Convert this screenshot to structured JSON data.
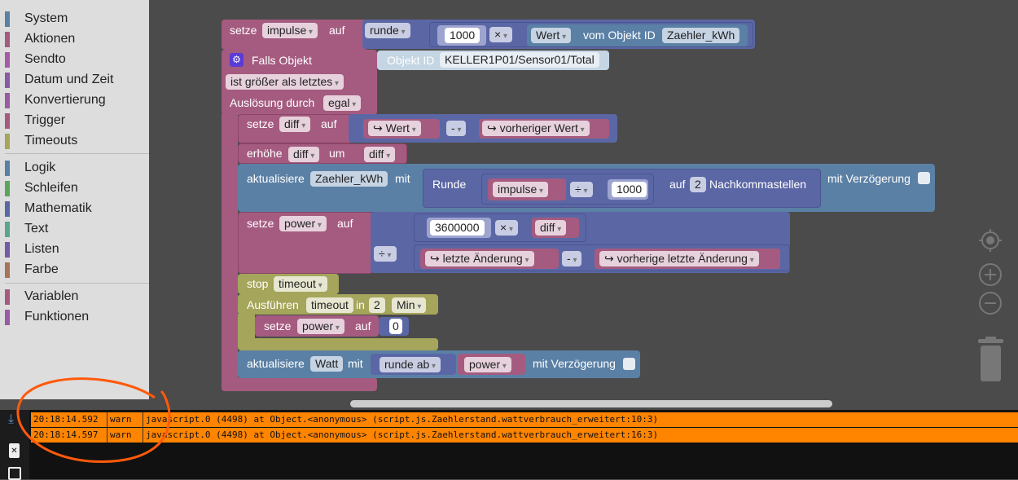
{
  "sidebar": {
    "items": [
      {
        "label": "System",
        "color": "#5b80a5"
      },
      {
        "label": "Aktionen",
        "color": "#a55b80"
      },
      {
        "label": "Sendto",
        "color": "#a55ba5"
      },
      {
        "label": "Datum und Zeit",
        "color": "#8a5ba5"
      },
      {
        "label": "Konvertierung",
        "color": "#9a5ba5"
      },
      {
        "label": "Trigger",
        "color": "#a55b80"
      },
      {
        "label": "Timeouts",
        "color": "#a5a55b"
      },
      {
        "label": "Logik",
        "color": "#5b80a5"
      },
      {
        "label": "Schleifen",
        "color": "#5ba55b"
      },
      {
        "label": "Mathematik",
        "color": "#5b67a5"
      },
      {
        "label": "Text",
        "color": "#5ba58c"
      },
      {
        "label": "Listen",
        "color": "#745ba5"
      },
      {
        "label": "Farbe",
        "color": "#a5745b"
      },
      {
        "label": "Variablen",
        "color": "#a55b80"
      },
      {
        "label": "Funktionen",
        "color": "#995ba5"
      }
    ]
  },
  "blocks": {
    "setze": "setze",
    "auf": "auf",
    "impulse": "impulse",
    "runde": "runde",
    "n1000": "1000",
    "mul": "×",
    "wert": "Wert",
    "vom_objekt_id": "vom Objekt ID",
    "zaehler": "Zaehler_kWh",
    "falls_objekt": "Falls Objekt",
    "objekt_id": "Objekt ID",
    "objekt_id_value": "KELLER1P01/Sensor01/Total",
    "ist_groesser": "ist größer als letztes",
    "ausloesung": "Auslösung durch",
    "egal": "egal",
    "diff": "diff",
    "arrow_wert": "↪ Wert",
    "minus": "-",
    "arrow_vorheriger": "↪ vorheriger Wert",
    "erhoehe": "erhöhe",
    "um": "um",
    "aktualisiere": "aktualisiere",
    "mit": "mit",
    "runde_label": "Runde",
    "div": "÷",
    "auf2": "auf",
    "n2": "2",
    "nachkomma": "Nachkommastellen",
    "mit_verzoegerung": "mit Verzögerung",
    "power": "power",
    "n3600000": "3600000",
    "arrow_letzte": "↪ letzte Änderung",
    "arrow_vorherige_letzte": "↪ vorherige letzte Änderung",
    "stop": "stop",
    "timeout": "timeout",
    "ausfuehren": "Ausführen",
    "in": "in",
    "min": "Min",
    "n0": "0",
    "watt": "Watt",
    "runde_ab": "runde ab"
  },
  "log": {
    "rows": [
      {
        "time": "20:18:14.592",
        "level": "warn",
        "message": "javascript.0 (4498) at Object.<anonymous> (script.js.Zaehlerstand.wattverbrauch_erweitert:10:3)"
      },
      {
        "time": "20:18:14.597",
        "level": "warn",
        "message": "javascript.0 (4498) at Object.<anonymous> (script.js.Zaehlerstand.wattverbrauch_erweitert:16:3)"
      }
    ]
  }
}
